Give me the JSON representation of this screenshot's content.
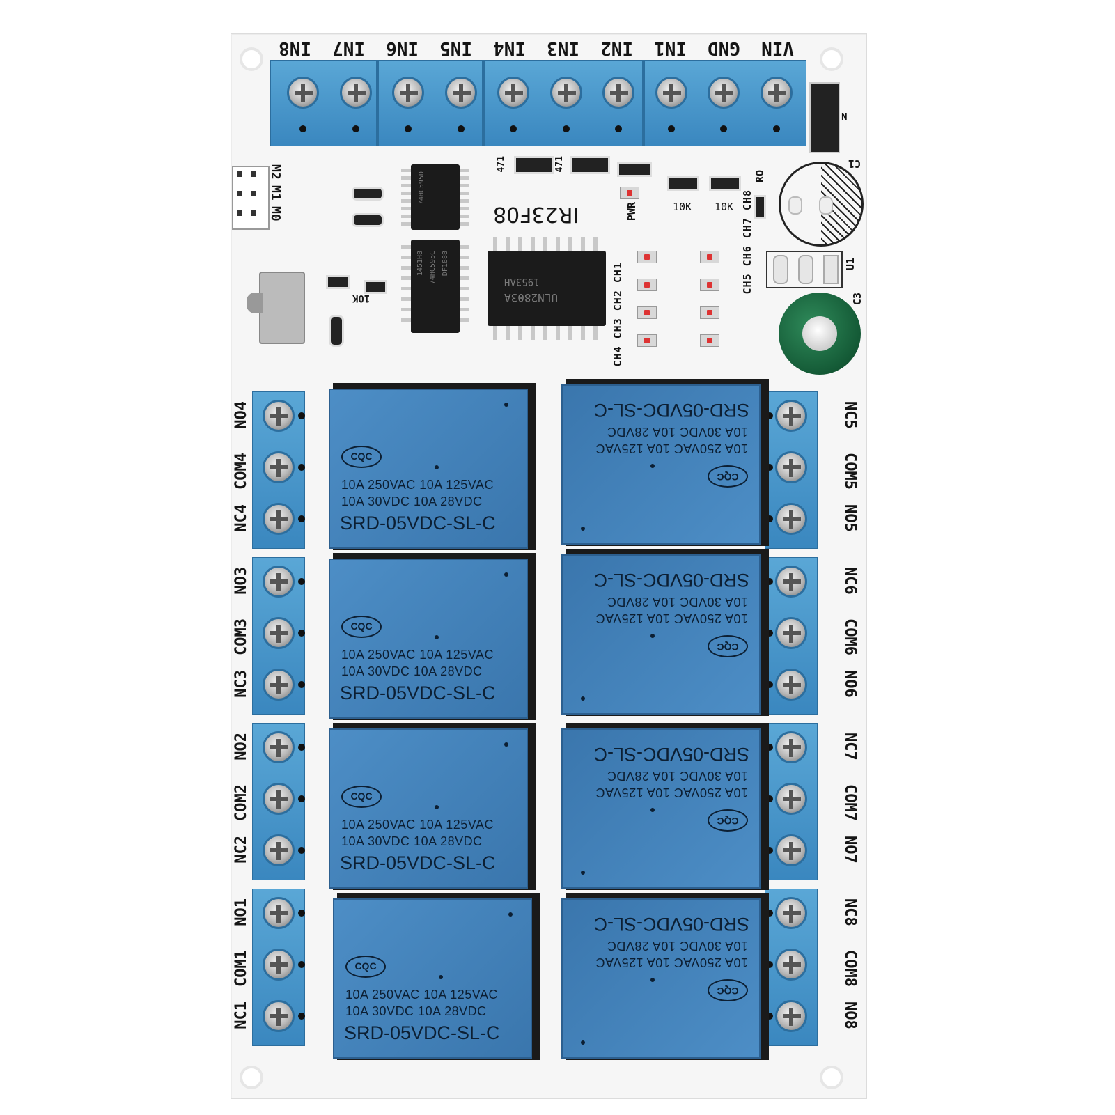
{
  "board": {
    "model": "IR23F08",
    "input_labels": [
      "IN8",
      "IN7",
      "IN6",
      "IN5",
      "IN4",
      "IN3",
      "IN2",
      "IN1",
      "GND",
      "VIN"
    ],
    "jumper_labels": [
      "M2",
      "M1",
      "M0"
    ],
    "pwr_label": "PWR",
    "ro_label": "RO",
    "cap_c1": "C1",
    "cap_c3": "C3",
    "u1_label": "U1",
    "n_label": "N",
    "res_10k_left": "10K",
    "res_10k_a": "10K",
    "res_10k_b": "10K",
    "res_471_a": "471",
    "res_471_b": "471",
    "ch_left": [
      "CH4",
      "CH3",
      "CH2",
      "CH1"
    ],
    "ch_right": [
      "CH5",
      "CH6",
      "CH7",
      "CH8"
    ],
    "main_chip": "ULN2803A",
    "main_chip_code": "1953AH",
    "chip_a": "74HC595D",
    "chip_b": "74HC595C",
    "chip_b_extra": "DF1888",
    "chip_c": "1451H8"
  },
  "left_terminals": [
    [
      "NO4",
      "COM4",
      "NC4"
    ],
    [
      "NO3",
      "COM3",
      "NC3"
    ],
    [
      "NO2",
      "COM2",
      "NC2"
    ],
    [
      "NO1",
      "COM1",
      "NC1"
    ]
  ],
  "right_terminals": [
    [
      "NC5",
      "COM5",
      "NO5"
    ],
    [
      "NC6",
      "COM6",
      "NO6"
    ],
    [
      "NC7",
      "COM7",
      "NO7"
    ],
    [
      "NC8",
      "COM8",
      "NO8"
    ]
  ],
  "relay": {
    "brand": "CQC",
    "line1": "10A  250VAC    10A  125VAC",
    "line2": "10A   30VDC    10A   28VDC",
    "model": "SRD-05VDC-SL-C"
  },
  "colors": {
    "terminal_blue": "#3a87bf",
    "relay_blue": "#3f7fb8",
    "pcb_white": "#f6f6f6"
  }
}
